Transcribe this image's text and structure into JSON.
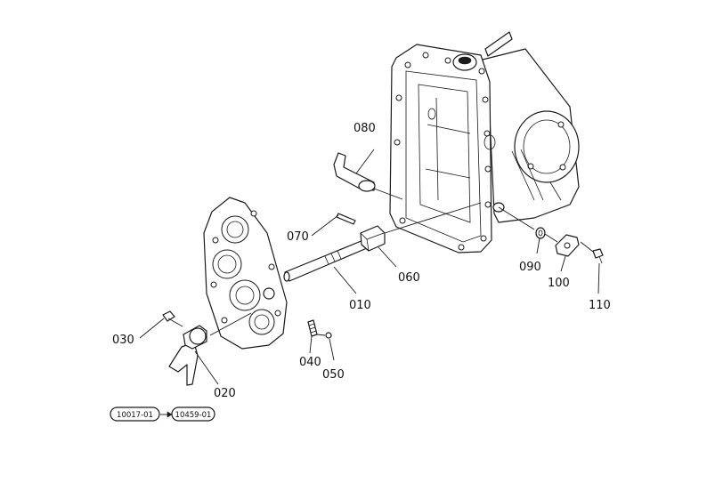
{
  "callouts": {
    "p010": "010",
    "p020": "020",
    "p030": "030",
    "p040": "040",
    "p050": "050",
    "p060": "060",
    "p070": "070",
    "p080": "080",
    "p090": "090",
    "p100": "100",
    "p110": "110"
  },
  "revision": {
    "from": "10017-01",
    "to": "10459-01"
  },
  "colors": {
    "line": "#1a1a1a",
    "background": "#ffffff"
  }
}
